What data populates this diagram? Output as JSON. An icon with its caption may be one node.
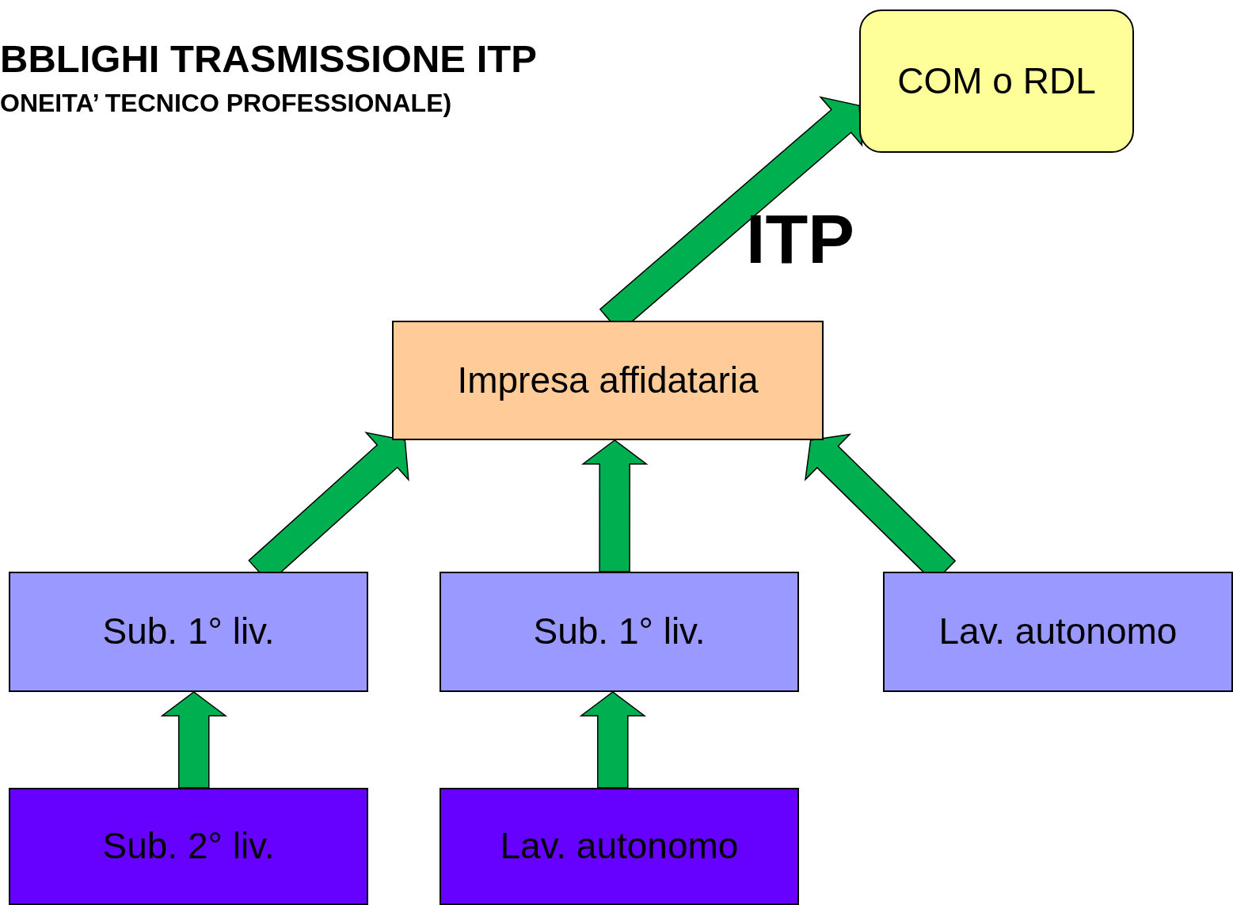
{
  "diagram": {
    "title": "BBLIGHI TRASMISSIONE ITP",
    "caption": "ONEITA’ TECNICO  PROFESSIONALE)",
    "nodes": [
      {
        "text": [
          "COM o RDL"
        ]
      },
      {
        "text": [
          "Impresa affidataria"
        ]
      },
      {
        "text": [
          "Sub. 1° liv."
        ]
      },
      {
        "text": [
          "Sub. 1° liv."
        ]
      },
      {
        "text": [
          "Lav. autonomo"
        ]
      },
      {
        "text": [
          "Sub. 2° liv."
        ]
      },
      {
        "text": [
          "Lav. autonomo"
        ]
      }
    ],
    "edges": [
      {
        "from": 1,
        "to": 0,
        "arrow": "to",
        "label": "ITP",
        "color": "#00b050"
      },
      {
        "from": 2,
        "to": 1,
        "arrow": "to",
        "color": "#00b050"
      },
      {
        "from": 3,
        "to": 1,
        "arrow": "to",
        "color": "#00b050"
      },
      {
        "from": 4,
        "to": 1,
        "arrow": "to",
        "color": "#00b050"
      },
      {
        "from": 5,
        "to": 2,
        "arrow": "to",
        "color": "#00b050"
      },
      {
        "from": 6,
        "to": 3,
        "arrow": "to",
        "color": "#00b050"
      }
    ]
  }
}
